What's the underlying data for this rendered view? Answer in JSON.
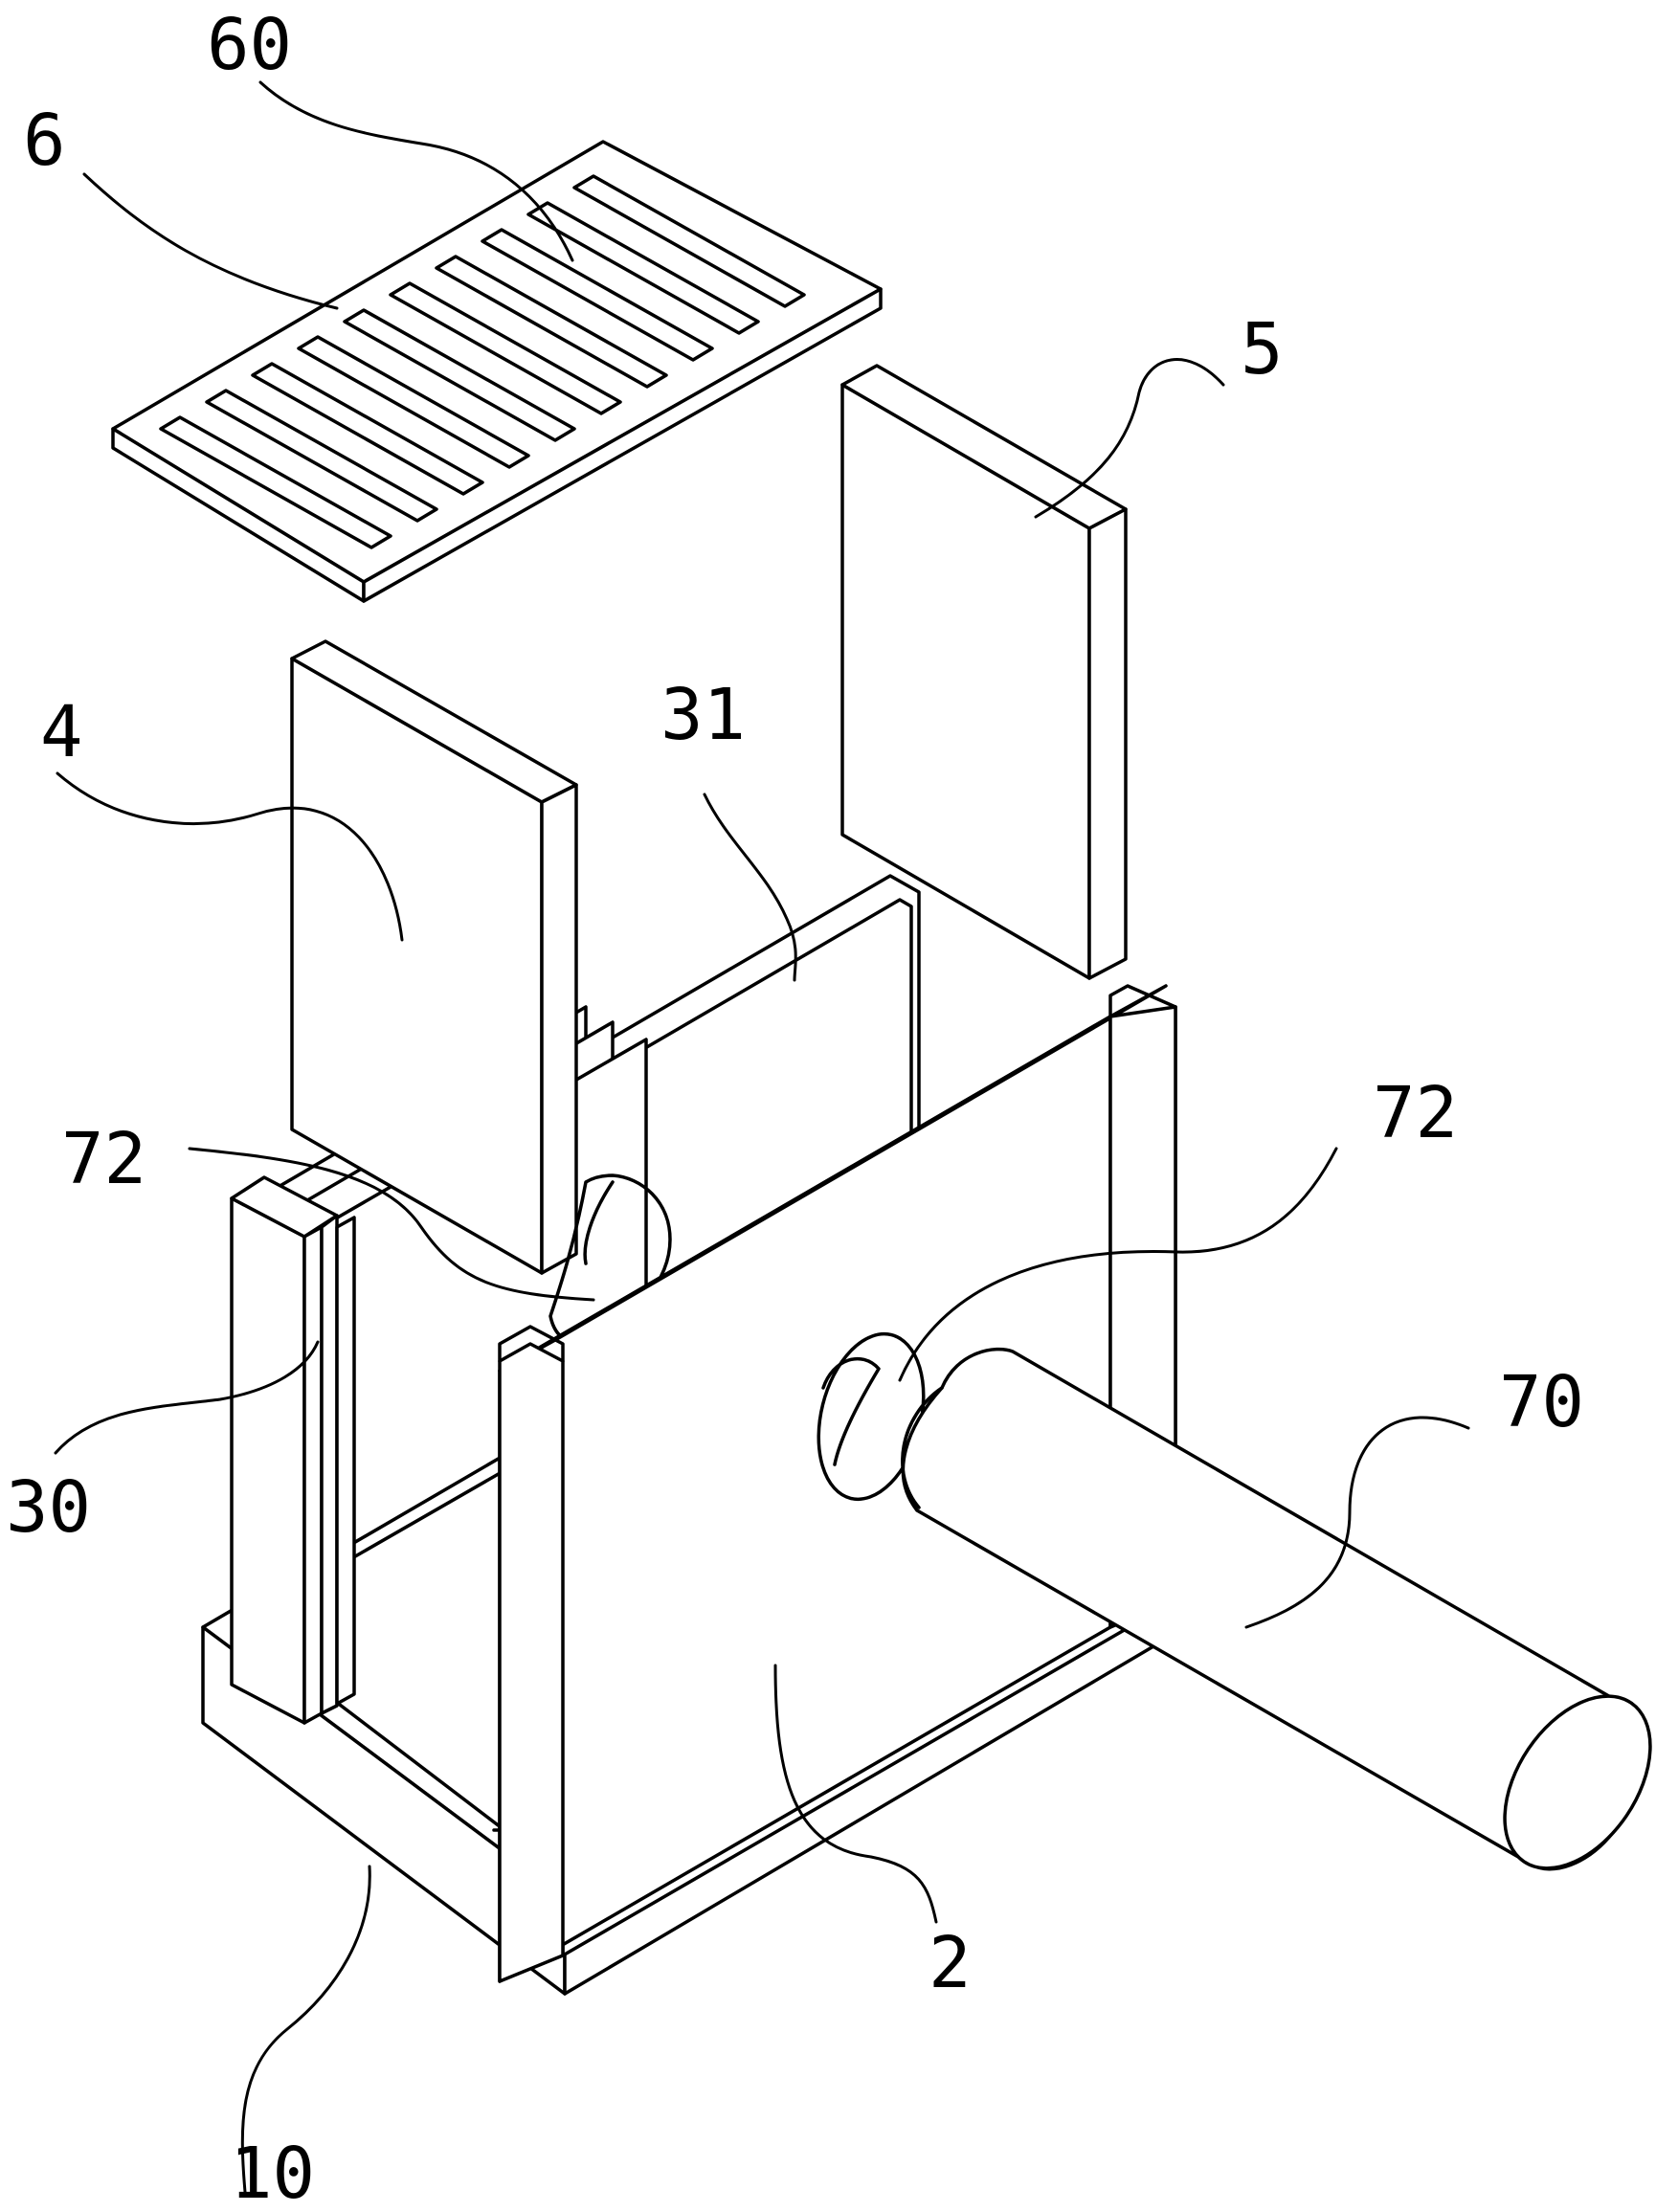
{
  "figure": {
    "reference_numerals": {
      "grille_plate": "6",
      "grille_slots": "60",
      "right_panel": "5",
      "left_panel": "4",
      "inner_frame": "31",
      "hole_left": "72",
      "hole_right": "72",
      "rod": "70",
      "outer_frame": "30",
      "base": "10",
      "front_wall": "2"
    }
  }
}
